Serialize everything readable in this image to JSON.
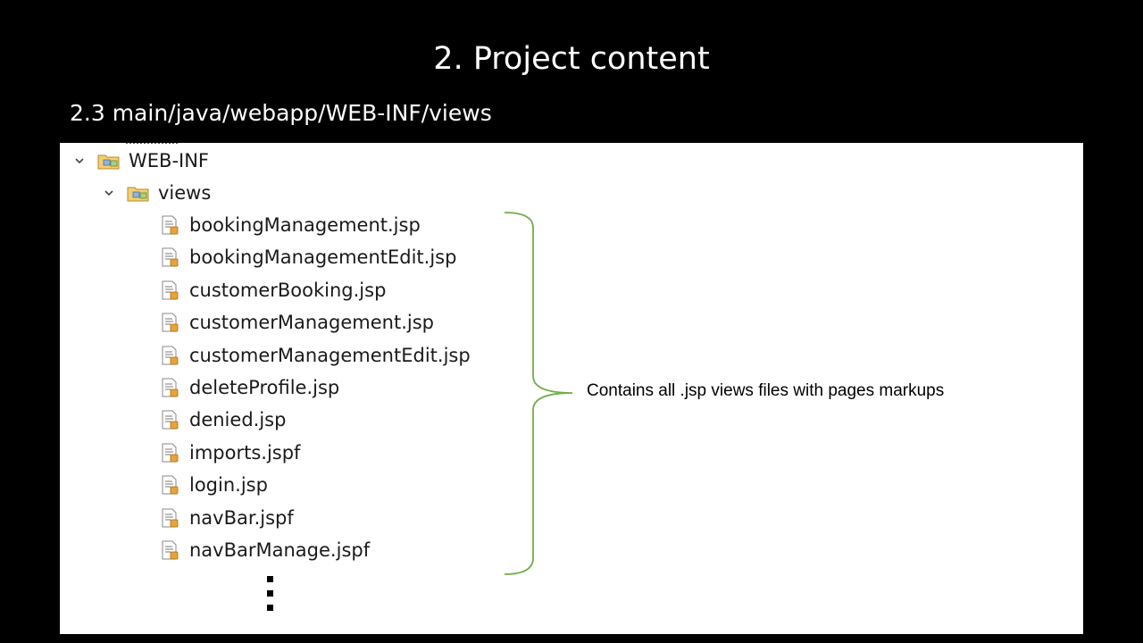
{
  "slide": {
    "title": "2. Project content",
    "subtitle": "2.3 main/java/webapp/WEB-INF/views"
  },
  "tree": {
    "root": {
      "label": "WEB-INF",
      "icon": "package-folder-icon",
      "expanded": true
    },
    "folder": {
      "label": "views",
      "icon": "package-folder-icon",
      "expanded": true
    },
    "files": [
      {
        "label": "bookingManagement.jsp",
        "icon": "jsp-file-icon"
      },
      {
        "label": "bookingManagementEdit.jsp",
        "icon": "jsp-file-icon"
      },
      {
        "label": "customerBooking.jsp",
        "icon": "jsp-file-icon"
      },
      {
        "label": "customerManagement.jsp",
        "icon": "jsp-file-icon"
      },
      {
        "label": "customerManagementEdit.jsp",
        "icon": "jsp-file-icon"
      },
      {
        "label": "deleteProfile.jsp",
        "icon": "jsp-file-icon"
      },
      {
        "label": "denied.jsp",
        "icon": "jsp-file-icon"
      },
      {
        "label": "imports.jspf",
        "icon": "jsp-file-icon"
      },
      {
        "label": "login.jsp",
        "icon": "jsp-file-icon"
      },
      {
        "label": "navBar.jspf",
        "icon": "jsp-file-icon"
      },
      {
        "label": "navBarManage.jspf",
        "icon": "jsp-file-icon"
      }
    ]
  },
  "annotation": {
    "text": "Contains all .jsp views files with pages markups"
  },
  "colors": {
    "background": "#000000",
    "panel": "#ffffff",
    "brace": "#70ad47",
    "folder": "#e2b44a",
    "file_line": "#7a7a7a",
    "file_badge": "#e8a33a"
  }
}
